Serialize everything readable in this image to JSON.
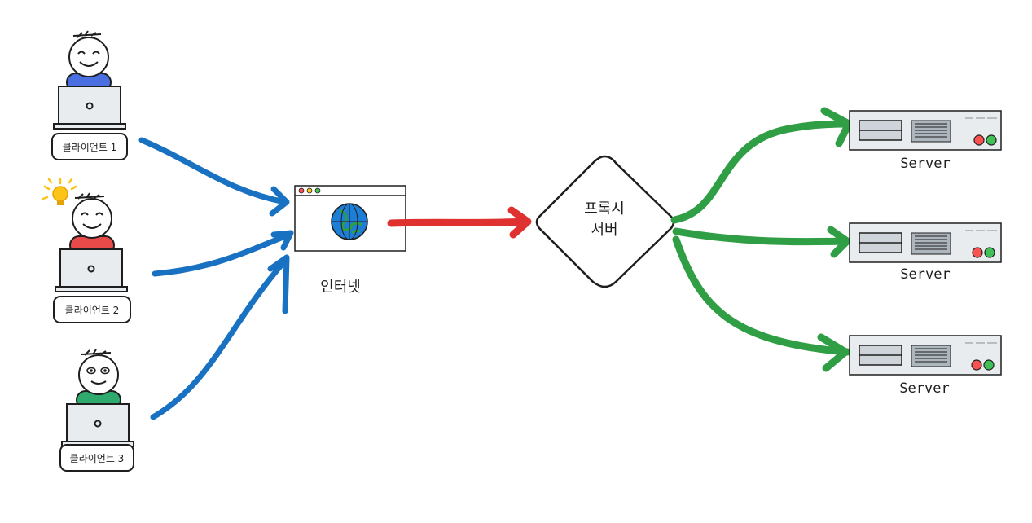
{
  "clients": [
    {
      "label": "클라이언트 1",
      "shirt_color": "#4a6fe0",
      "face": "smile"
    },
    {
      "label": "클라이언트 2",
      "shirt_color": "#e84a4a",
      "face": "smile",
      "extra_icon": "lightbulb-icon"
    },
    {
      "label": "클라이언트 3",
      "shirt_color": "#2eaa6e",
      "face": "eyes-open"
    }
  ],
  "internet": {
    "label": "인터넷",
    "icon": "globe-browser-icon"
  },
  "proxy": {
    "label_line1": "프록시",
    "label_line2": "서버"
  },
  "servers": [
    {
      "label": "Server"
    },
    {
      "label": "Server"
    },
    {
      "label": "Server"
    }
  ],
  "colors": {
    "client_arrows": "#1971c2",
    "proxy_arrow": "#e03131",
    "server_arrows": "#2f9e44",
    "server_body": "#e9ecef",
    "led_red": "#fa5252",
    "led_green": "#40c057",
    "globe": "#1c7ed6",
    "globe_land": "#2f9e44",
    "bulb": "#fcc419"
  }
}
